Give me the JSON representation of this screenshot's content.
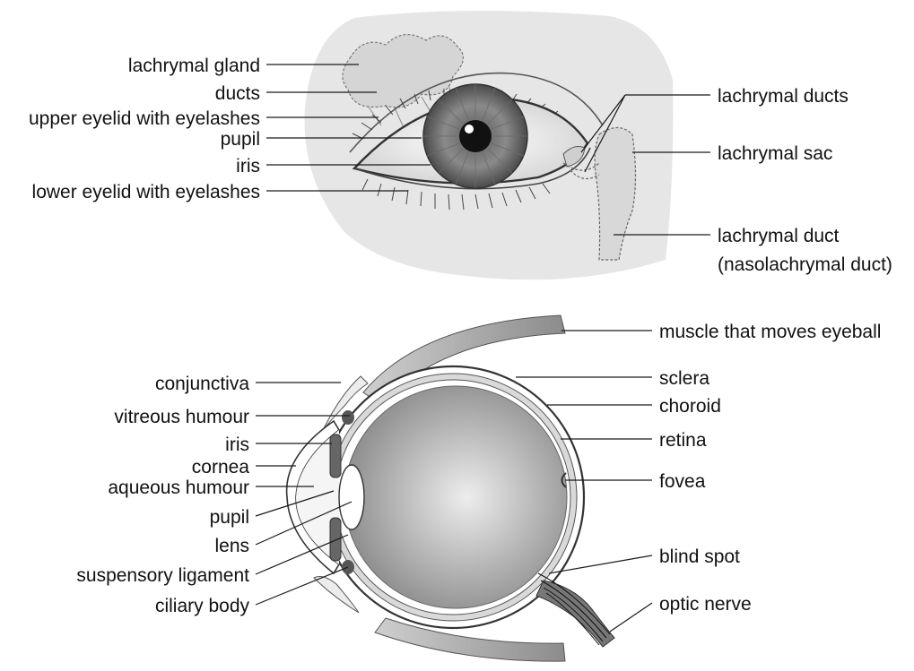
{
  "external_eye": {
    "labels_left": {
      "lachrymal_gland": "lachrymal gland",
      "ducts": "ducts",
      "upper_eyelid": "upper eyelid with eyelashes",
      "pupil": "pupil",
      "iris": "iris",
      "lower_eyelid": "lower eyelid with eyelashes"
    },
    "labels_right": {
      "lachrymal_ducts": "lachrymal ducts",
      "lachrymal_sac": "lachrymal sac",
      "lachrymal_duct_line1": "lachrymal duct",
      "lachrymal_duct_line2": "(nasolachrymal duct)"
    }
  },
  "section_eye": {
    "labels_left": {
      "conjunctiva": "conjunctiva",
      "vitreous_humour": "vitreous humour",
      "iris": "iris",
      "cornea": "cornea",
      "aqueous_humour": "aqueous humour",
      "pupil": "pupil",
      "lens": "lens",
      "suspensory_ligament": "suspensory ligament",
      "ciliary_body": "ciliary body"
    },
    "labels_right": {
      "muscle": "muscle that moves eyeball",
      "sclera": "sclera",
      "choroid": "choroid",
      "retina": "retina",
      "fovea": "fovea",
      "blind_spot": "blind spot",
      "optic_nerve": "optic nerve"
    }
  },
  "colors": {
    "skin_shade": "#e6e6e6",
    "outline": "#333333",
    "iris_dark": "#3a3a3a",
    "vitreous_gray": "#a9a9a9",
    "muscle_gray": "#8c8c8c"
  }
}
